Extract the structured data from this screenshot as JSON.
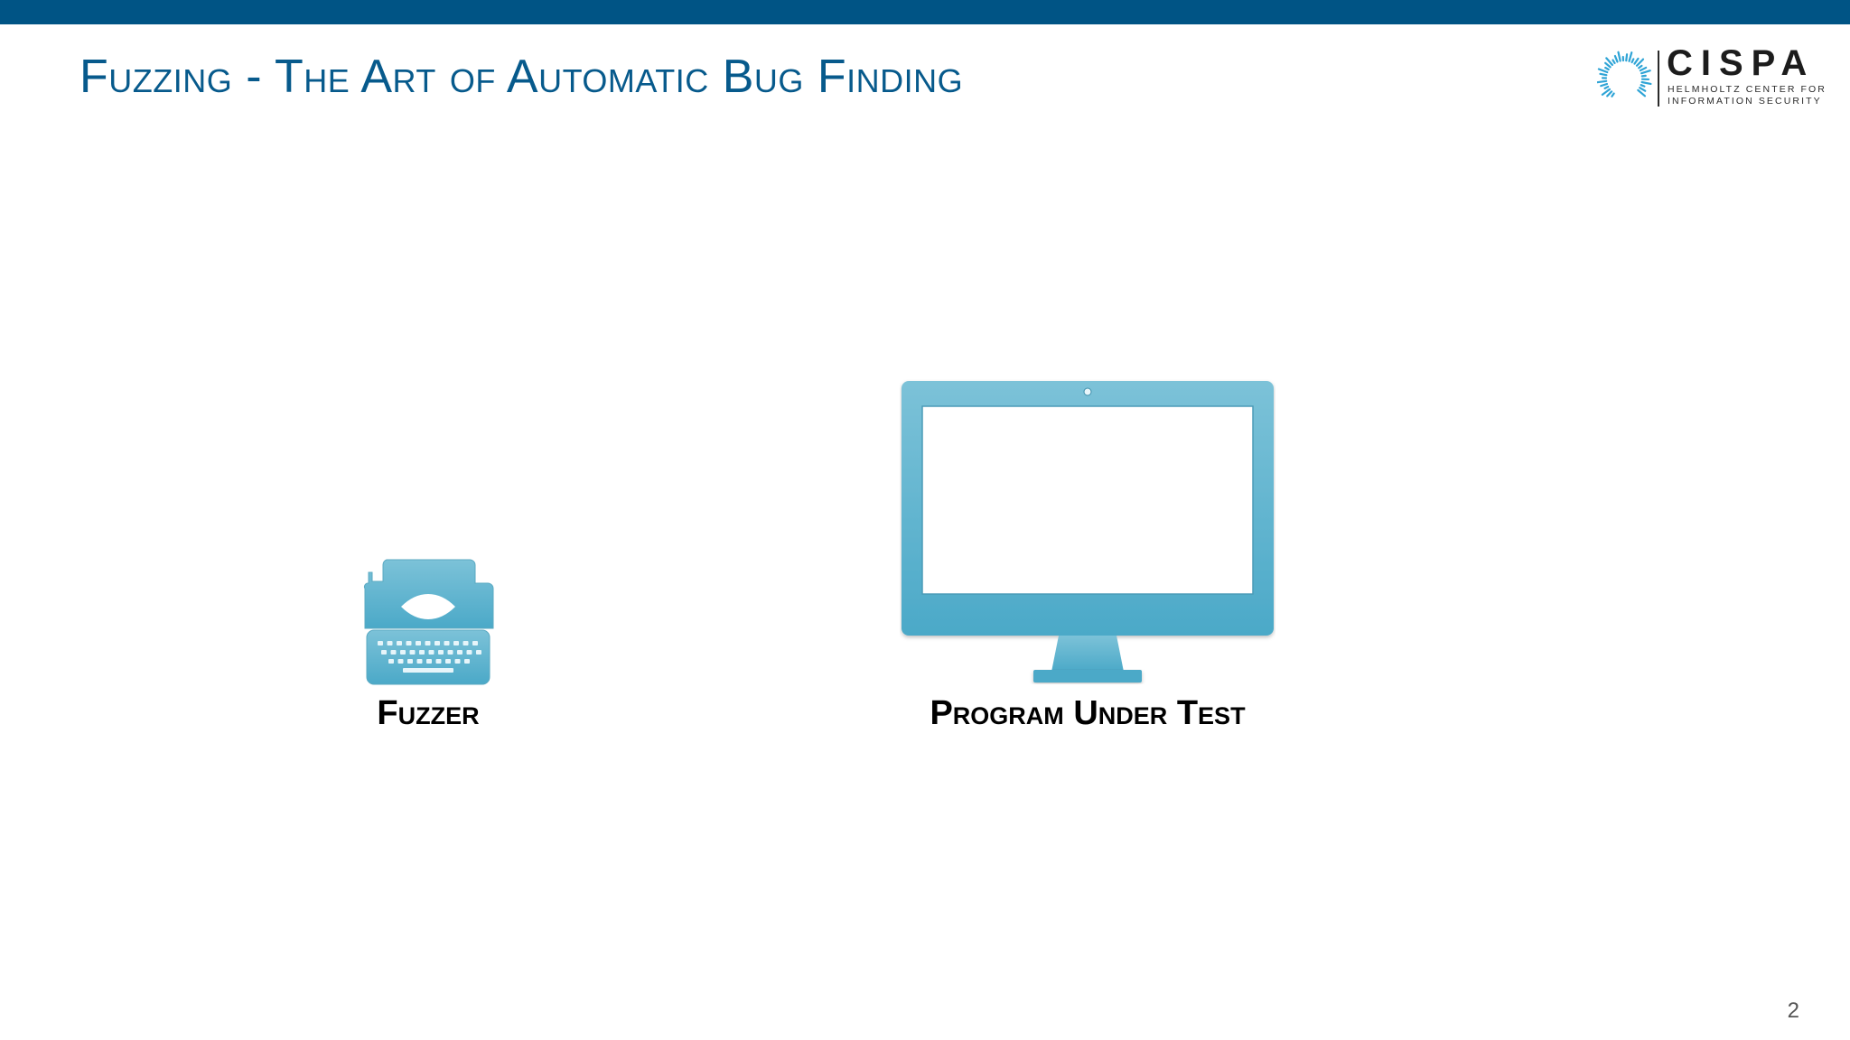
{
  "slide": {
    "title": "Fuzzing - The Art of Automatic Bug Finding",
    "page_number": "2"
  },
  "logo": {
    "wordmark": "CISPA",
    "line1": "HELMHOLTZ CENTER FOR",
    "line2": "INFORMATION SECURITY",
    "icon": "cispa-ring-icon"
  },
  "items": {
    "fuzzer": {
      "label": "Fuzzer",
      "icon": "typewriter-icon"
    },
    "program": {
      "label": "Program Under Test",
      "icon": "monitor-icon"
    }
  },
  "colors": {
    "top_bar": "#005485",
    "title": "#075a8c",
    "icon_fill_light": "#7cc2d8",
    "icon_fill_dark": "#4ba9c8",
    "logo_ring": "#2fa4d6",
    "label": "#000000"
  }
}
